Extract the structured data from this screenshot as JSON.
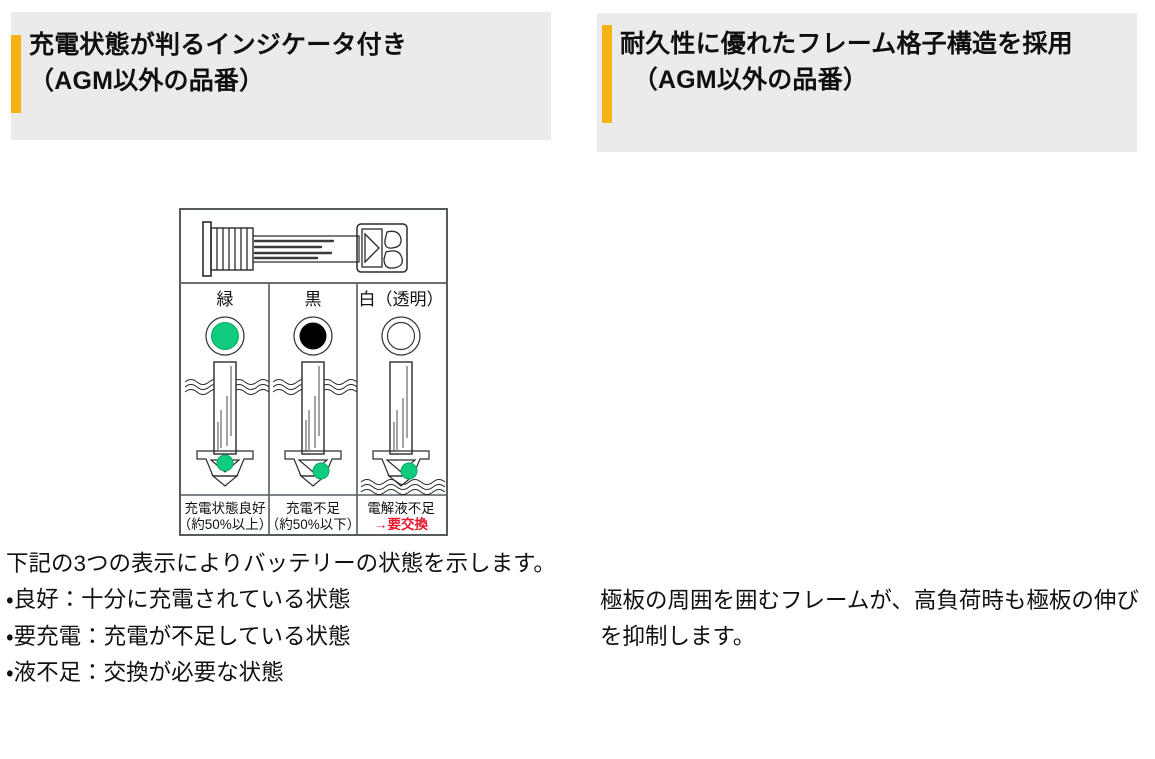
{
  "page": {
    "background_color": "#ffffff",
    "accent_color": "#f5b313",
    "band_color": "#ebebeb",
    "alert_red": "#e8192c",
    "indicator_green": "#0ecb7e"
  },
  "left_panel": {
    "header": {
      "title": "充電状態が判るインジケータ付き\n（AGM以外の品番）"
    },
    "figure": {
      "name": "battery-indicator-diagram",
      "connector_caption": "",
      "columns": [
        {
          "color_label": "緑",
          "dot_state": "filled-green",
          "dot_color": "#0ecb7e",
          "float_position": "up",
          "electrolyte_level": "normal",
          "status_line1": "充電状態良好",
          "status_line2": "（約50%以上）",
          "alert": ""
        },
        {
          "color_label": "黒",
          "dot_state": "filled-black",
          "dot_color": "#000000",
          "float_position": "mid",
          "electrolyte_level": "normal",
          "status_line1": "充電不足",
          "status_line2": "（約50%以下）",
          "alert": ""
        },
        {
          "color_label": "白（透明）",
          "dot_state": "empty",
          "dot_color": "#ffffff",
          "float_position": "down",
          "electrolyte_level": "low",
          "status_line1": "電解液不足",
          "status_line2": "",
          "alert": "→要交換"
        }
      ]
    },
    "body": {
      "text": "下記の3つの表示によりバッテリーの状態を示します。\n・良好：十分に充電されている状態\n・要充電：充電が不足している状態\n・液不足：交換が必要な状態"
    }
  },
  "right_panel": {
    "header": {
      "title": "耐久性に優れたフレーム格子構造を採用\n　（AGM以外の品番）"
    },
    "figure": {
      "name": "frame-grid-plate-photo",
      "highlight_color": "#e8192c",
      "highlight_style": "dashed-rectangle",
      "grid_color": "#6b7880",
      "lug_label": ""
    },
    "body": {
      "text": "極板の周囲を囲むフレームが、高負荷時も極板の伸びを抑制します。"
    }
  }
}
